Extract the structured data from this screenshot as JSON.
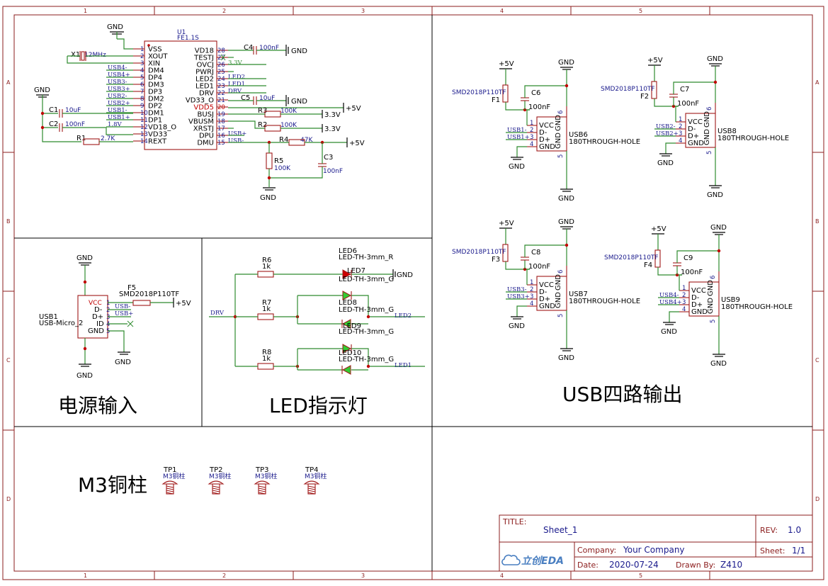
{
  "border": {
    "columns": [
      "1",
      "2",
      "3",
      "4",
      "5"
    ],
    "rows": [
      "A",
      "B",
      "C",
      "D"
    ]
  },
  "sections": {
    "power_input": "电源输入",
    "led_indicator": "LED指示灯",
    "usb_output": "USB四路输出",
    "standoffs": "M3铜柱"
  },
  "hub": {
    "ref": "U1",
    "part": "FE1.1S",
    "left_pins": [
      {
        "num": "1",
        "name": "VSS",
        "net": ""
      },
      {
        "num": "2",
        "name": "XOUT",
        "net": ""
      },
      {
        "num": "3",
        "name": "XIN",
        "net": ""
      },
      {
        "num": "4",
        "name": "DM4",
        "net": "USB4-"
      },
      {
        "num": "5",
        "name": "DP4",
        "net": "USB4+"
      },
      {
        "num": "6",
        "name": "DM3",
        "net": "USB3-"
      },
      {
        "num": "7",
        "name": "DP3",
        "net": "USB3+"
      },
      {
        "num": "8",
        "name": "DM2",
        "net": "USB2-"
      },
      {
        "num": "9",
        "name": "DP2",
        "net": "USB2+"
      },
      {
        "num": "10",
        "name": "DM1",
        "net": "USB1-"
      },
      {
        "num": "11",
        "name": "DP1",
        "net": "USB1+"
      },
      {
        "num": "12",
        "name": "VD18_O",
        "net": "1.8V"
      },
      {
        "num": "13",
        "name": "VD33",
        "net": ""
      },
      {
        "num": "14",
        "name": "REXT",
        "net": ""
      }
    ],
    "right_pins": [
      {
        "num": "28",
        "name": "VD18",
        "net": ""
      },
      {
        "num": "27",
        "name": "TESTJ",
        "net": ""
      },
      {
        "num": "26",
        "name": "OVCJ",
        "net": "3.3V"
      },
      {
        "num": "25",
        "name": "PWRJ",
        "net": ""
      },
      {
        "num": "24",
        "name": "LED2",
        "net": "LED2"
      },
      {
        "num": "23",
        "name": "LED1",
        "net": "LED1"
      },
      {
        "num": "22",
        "name": "DRV",
        "net": "DRV"
      },
      {
        "num": "21",
        "name": "VD33_O",
        "net": ""
      },
      {
        "num": "20",
        "name": "VDD5",
        "net": ""
      },
      {
        "num": "19",
        "name": "BUSJ",
        "net": ""
      },
      {
        "num": "18",
        "name": "VBUSM",
        "net": ""
      },
      {
        "num": "17",
        "name": "XRSTJ",
        "net": ""
      },
      {
        "num": "16",
        "name": "DPU",
        "net": "USB+"
      },
      {
        "num": "15",
        "name": "DMU",
        "net": "USB-"
      }
    ]
  },
  "labels": {
    "gnd": "GND",
    "v5": "+5V",
    "v33": "3.3V",
    "x1": "X1",
    "x1_val": "12MHz",
    "c1": "C1",
    "c1_val": "10uF",
    "c2": "C2",
    "c2_val": "100nF",
    "r1": "R1",
    "r1_val": "2.7K",
    "c4": "C4",
    "c4_val": "100nF",
    "c5": "C5",
    "c5_val": "10uF",
    "r3": "R3",
    "r3_val": "100K",
    "r2": "R2",
    "r2_val": "100K",
    "r4": "R4",
    "r4_val": "47K",
    "r5": "R5",
    "r5_val": "100K",
    "c3": "C3",
    "c3_val": "100nF"
  },
  "power": {
    "usb1": "USB1",
    "usb1_part": "USB-Micro_2",
    "f5": "F5",
    "f5_part": "SMD2018P110TF",
    "pins": [
      "VCC",
      "D-",
      "D+",
      "ID",
      "GND"
    ],
    "pin_nums": [
      "1",
      "2",
      "3",
      "4",
      "5"
    ],
    "net_minus": "USB-",
    "net_plus": "USB+"
  },
  "leds": {
    "drv": "DRV",
    "r6": "R6",
    "r7": "R7",
    "r8": "R8",
    "rval": "1k",
    "led6": "LED6",
    "led6_part": "LED-TH-3mm_R",
    "led7": "LED7",
    "led7_part": "LED-TH-3mm_G",
    "led8": "LED8",
    "led8_part": "LED-TH-3mm_G",
    "led9": "LED9",
    "led9_part": "LED-TH-3mm_G",
    "led10": "LED10",
    "led10_part": "LED-TH-3mm_G",
    "net_led2": "LED2",
    "net_led1": "LED1"
  },
  "usb_ports": [
    {
      "ref": "USB6",
      "part": "180THROUGH-HOLE",
      "fuse": "F1",
      "fuse_part": "SMD2018P110TF",
      "cap": "C6",
      "cap_val": "100nF",
      "dm": "USB1-",
      "dp": "USB1+"
    },
    {
      "ref": "USB8",
      "part": "180THROUGH-HOLE",
      "fuse": "F2",
      "fuse_part": "SMD2018P110TF",
      "cap": "C7",
      "cap_val": "100nF",
      "dm": "USB2-",
      "dp": "USB2+"
    },
    {
      "ref": "USB7",
      "part": "180THROUGH-HOLE",
      "fuse": "F3",
      "fuse_part": "SMD2018P110TF",
      "cap": "C8",
      "cap_val": "100nF",
      "dm": "USB3-",
      "dp": "USB3+"
    },
    {
      "ref": "USB9",
      "part": "180THROUGH-HOLE",
      "fuse": "F4",
      "fuse_part": "SMD2018P110TF",
      "cap": "C9",
      "cap_val": "100nF",
      "dm": "USB4-",
      "dp": "USB4+"
    }
  ],
  "usb_port_pins": [
    "VCC",
    "D-",
    "D+",
    "GND"
  ],
  "usb_port_pin_nums": [
    "1",
    "2",
    "3",
    "4"
  ],
  "usb_port_side": [
    "GND",
    "GND"
  ],
  "usb_port_side_nums": [
    "6",
    "5"
  ],
  "testpoints": [
    {
      "ref": "TP1",
      "part": "M3铜柱"
    },
    {
      "ref": "TP2",
      "part": "M3铜柱"
    },
    {
      "ref": "TP3",
      "part": "M3铜柱"
    },
    {
      "ref": "TP4",
      "part": "M3铜柱"
    }
  ],
  "title_block": {
    "title_label": "TITLE:",
    "title": "Sheet_1",
    "rev_label": "REV:",
    "rev": "1.0",
    "company_label": "Company:",
    "company": "Your Company",
    "sheet_label": "Sheet:",
    "sheet": "1/1",
    "date_label": "Date:",
    "date": "2020-07-24",
    "drawn_label": "Drawn By:",
    "drawn": "Z410",
    "logo": "立创EDA"
  }
}
